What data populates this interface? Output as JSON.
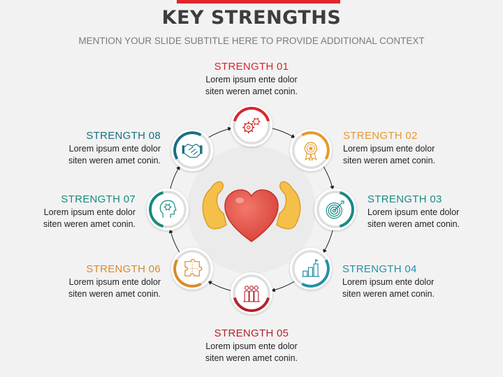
{
  "header": {
    "title": "KEY STRENGTHS",
    "subtitle": "MENTION YOUR SLIDE SUBTITLE HERE TO PROVIDE ADDITIONAL CONTEXT"
  },
  "colors": {
    "red": "#d7262b",
    "orange": "#e59a2c",
    "teal": "#1a8a85",
    "blue": "#2490a8",
    "darkred": "#b3222a",
    "gold": "#d98a2b",
    "green": "#178a7c",
    "navy": "#17707f"
  },
  "strengths": [
    {
      "title": "STRENGTH 01",
      "line1": "Lorem ipsum ente dolor",
      "line2": "siten weren amet conin.",
      "icon": "gears-icon"
    },
    {
      "title": "STRENGTH 02",
      "line1": "Lorem ipsum ente dolor",
      "line2": "siten weren amet conin.",
      "icon": "award-badge-icon"
    },
    {
      "title": "STRENGTH 03",
      "line1": "Lorem ipsum ente dolor",
      "line2": "siten weren amet conin.",
      "icon": "target-icon"
    },
    {
      "title": "STRENGTH 04",
      "line1": "Lorem ipsum ente dolor",
      "line2": "siten weren amet conin.",
      "icon": "growth-steps-icon"
    },
    {
      "title": "STRENGTH 05",
      "line1": "Lorem ipsum ente dolor",
      "line2": "siten weren amet conin.",
      "icon": "team-icon"
    },
    {
      "title": "STRENGTH 06",
      "line1": "Lorem ipsum ente dolor",
      "line2": "siten weren amet conin.",
      "icon": "puzzle-icon"
    },
    {
      "title": "STRENGTH 07",
      "line1": "Lorem ipsum ente dolor",
      "line2": "siten weren amet conin.",
      "icon": "mind-gear-icon"
    },
    {
      "title": "STRENGTH 08",
      "line1": "Lorem ipsum ente dolor",
      "line2": "siten weren amet conin.",
      "icon": "handshake-icon"
    }
  ],
  "center_icon": "strong-heart-icon"
}
